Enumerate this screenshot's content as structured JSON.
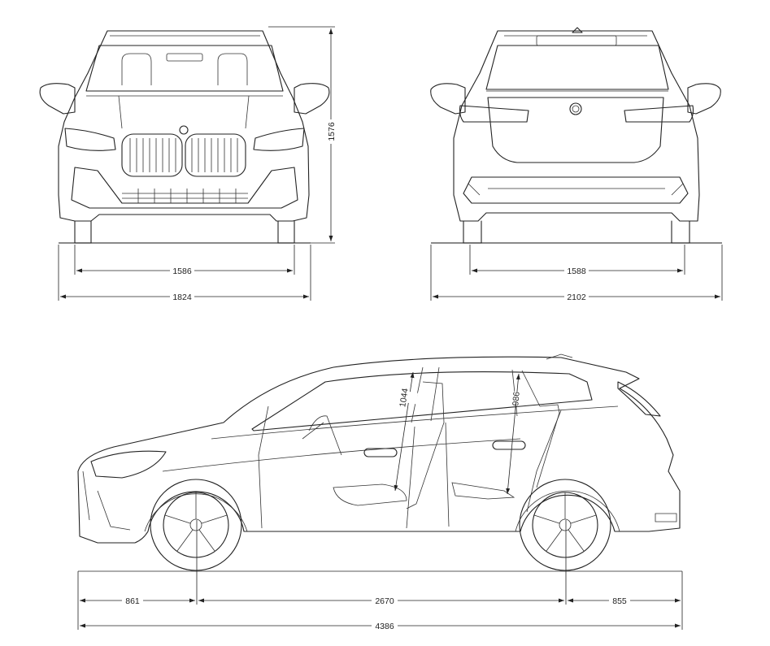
{
  "dimensions": {
    "front_height": "1576",
    "front_track": "1586",
    "front_width": "1824",
    "rear_track": "1588",
    "rear_width": "2102",
    "front_overhang": "861",
    "wheelbase": "2670",
    "rear_overhang": "855",
    "length": "4386",
    "front_headroom": "1044",
    "rear_headroom": "986"
  },
  "colors": {
    "line": "#222222",
    "background": "#ffffff"
  }
}
